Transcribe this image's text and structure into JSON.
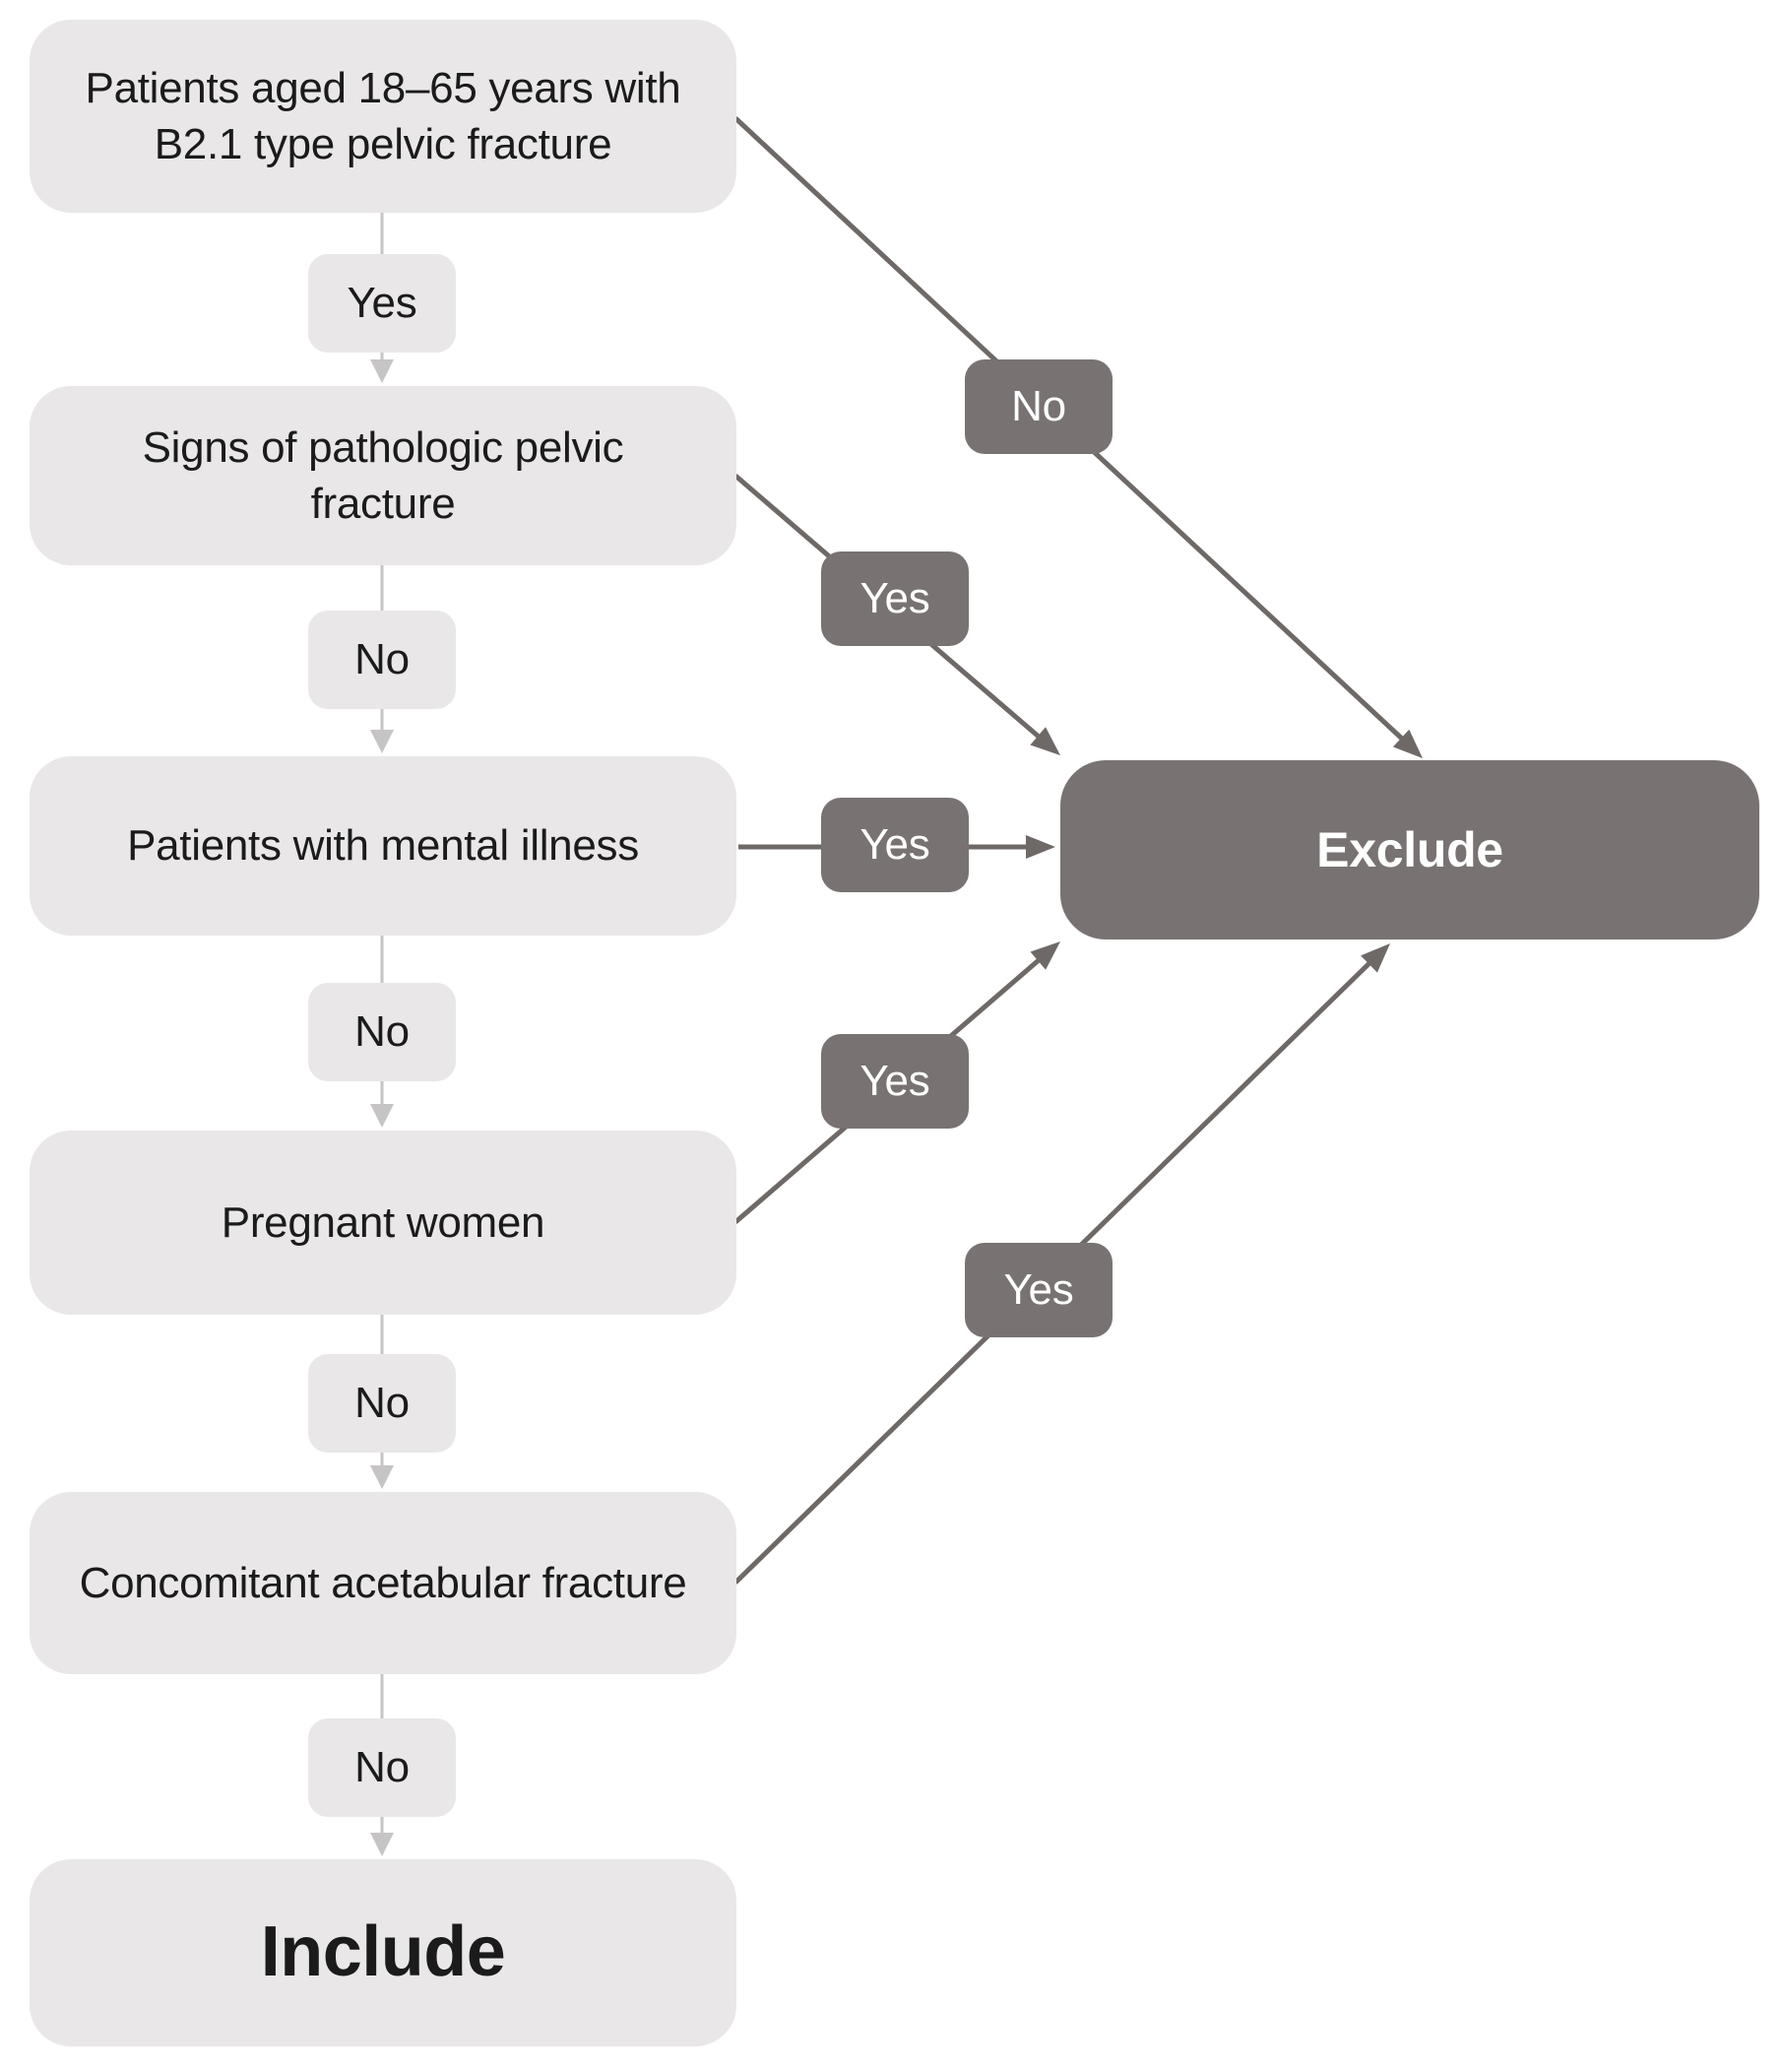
{
  "figure": {
    "type": "flowchart",
    "description": "Patient inclusion and exclusion criteria decision flowchart"
  },
  "nodes": {
    "box1": {
      "label": "Patients aged 18–65 years with B2.1 type pelvic fracture"
    },
    "box2": {
      "label": "Signs of pathologic pelvic fracture"
    },
    "box3": {
      "label": "Patients with mental illness"
    },
    "box4": {
      "label": "Pregnant women"
    },
    "box5": {
      "label": "Concomitant acetabular fracture"
    },
    "include": {
      "label": "Include"
    },
    "exclude": {
      "label": "Exclude"
    }
  },
  "edges": [
    {
      "from": "box1",
      "to": "box2",
      "label": "Yes"
    },
    {
      "from": "box1",
      "to": "exclude",
      "label": "No"
    },
    {
      "from": "box2",
      "to": "box3",
      "label": "No"
    },
    {
      "from": "box2",
      "to": "exclude",
      "label": "Yes"
    },
    {
      "from": "box3",
      "to": "box4",
      "label": "No"
    },
    {
      "from": "box3",
      "to": "exclude",
      "label": "Yes"
    },
    {
      "from": "box4",
      "to": "box5",
      "label": "No"
    },
    {
      "from": "box4",
      "to": "exclude",
      "label": "Yes"
    },
    {
      "from": "box5",
      "to": "include",
      "label": "No"
    },
    {
      "from": "box5",
      "to": "exclude",
      "label": "Yes"
    }
  ],
  "colors": {
    "node_bg": "#e9e7e8",
    "dark_bg": "#787372",
    "light_line": "#c6c4c4",
    "dark_line": "#6e6967",
    "text_color": "#1b1b1b",
    "dark_text": "#ffffff",
    "page_bg": "#ffffff"
  }
}
